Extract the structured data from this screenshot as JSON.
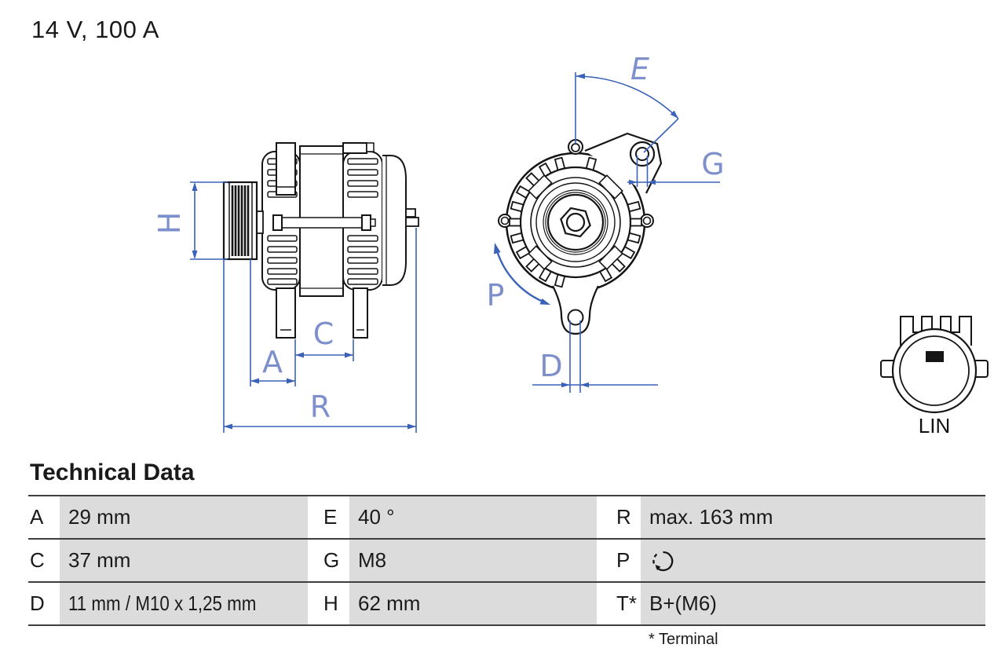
{
  "title": "14 V, 100 A",
  "diagram": {
    "dim_labels": {
      "H": "H",
      "A": "A",
      "C": "C",
      "R": "R",
      "E": "E",
      "G": "G",
      "P": "P",
      "D": "D"
    },
    "connector_label": "LIN",
    "colors": {
      "dimension_line_blue": "#3a62b8",
      "dimension_label_blue": "#7e90cc",
      "drawing_line": "#151515"
    }
  },
  "table": {
    "heading": "Technical Data",
    "row_gray": "#dcdcdd",
    "rows": [
      [
        {
          "key": "A",
          "value": "29 mm"
        },
        {
          "key": "E",
          "value": "40 °"
        },
        {
          "key": "R",
          "value": "max. 163 mm"
        }
      ],
      [
        {
          "key": "C",
          "value": "37 mm"
        },
        {
          "key": "G",
          "value": "M8"
        },
        {
          "key": "P",
          "value": "",
          "icon": "rotation-direction-icon"
        }
      ],
      [
        {
          "key": "D",
          "value": "11 mm / M10 x 1,25 mm"
        },
        {
          "key": "H",
          "value": "62 mm"
        },
        {
          "key": "T*",
          "value": "B+(M6)"
        }
      ]
    ],
    "footnote": "* Terminal"
  }
}
